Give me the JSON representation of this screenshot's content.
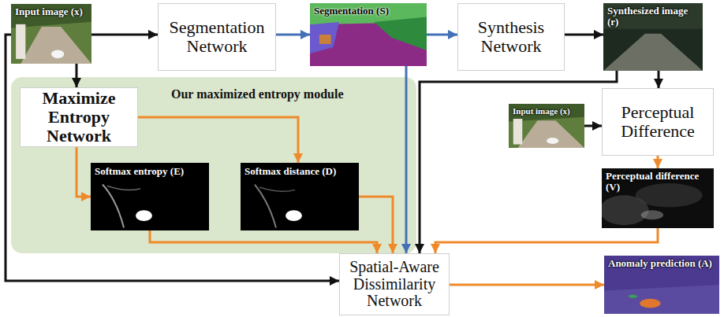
{
  "diagram": {
    "nodes": [
      {
        "text": [
          "Input image (x)"
        ]
      },
      {
        "text": [
          "Segmentation Network"
        ]
      },
      {
        "text": [
          "Segmentation (S)"
        ]
      },
      {
        "text": [
          "Synthesis Network"
        ]
      },
      {
        "text": [
          "Synthesized image (r)"
        ]
      },
      {
        "text": [
          "Our maximized entropy module"
        ]
      },
      {
        "text": [
          "Maximize Entropy Network"
        ],
        "in": 5
      },
      {
        "text": [
          "Softmax entropy (E)"
        ],
        "in": 5
      },
      {
        "text": [
          "Softmax distance (D)"
        ],
        "in": 5
      },
      {
        "text": [
          "Input image (x)"
        ]
      },
      {
        "text": [
          "Perceptual Difference"
        ]
      },
      {
        "text": [
          "Perceptual difference (V)"
        ]
      },
      {
        "text": [
          "Spatial-Aware Dissimilarity Network"
        ]
      },
      {
        "text": [
          "Anomaly prediction (A)"
        ]
      }
    ],
    "edges": [
      {
        "from": 0,
        "to": 1,
        "arrow": "to"
      },
      {
        "from": 1,
        "to": 2,
        "arrow": "to"
      },
      {
        "from": 2,
        "to": 3,
        "arrow": "to"
      },
      {
        "from": 3,
        "to": 4,
        "arrow": "to"
      },
      {
        "from": 0,
        "to": 6,
        "arrow": "to"
      },
      {
        "from": 6,
        "to": 7,
        "arrow": "to"
      },
      {
        "from": 6,
        "to": 8,
        "arrow": "to"
      },
      {
        "from": 7,
        "to": 12,
        "arrow": "to"
      },
      {
        "from": 8,
        "to": 12,
        "arrow": "to"
      },
      {
        "from": 2,
        "to": 12,
        "arrow": "to"
      },
      {
        "from": 4,
        "to": 12,
        "arrow": "to"
      },
      {
        "from": 4,
        "to": 10,
        "arrow": "to"
      },
      {
        "from": 9,
        "to": 10,
        "arrow": "to"
      },
      {
        "from": 10,
        "to": 11,
        "arrow": "to"
      },
      {
        "from": 11,
        "to": 12,
        "arrow": "to"
      },
      {
        "from": 0,
        "to": 12,
        "arrow": "to"
      },
      {
        "from": 12,
        "to": 13,
        "arrow": "to"
      }
    ]
  }
}
